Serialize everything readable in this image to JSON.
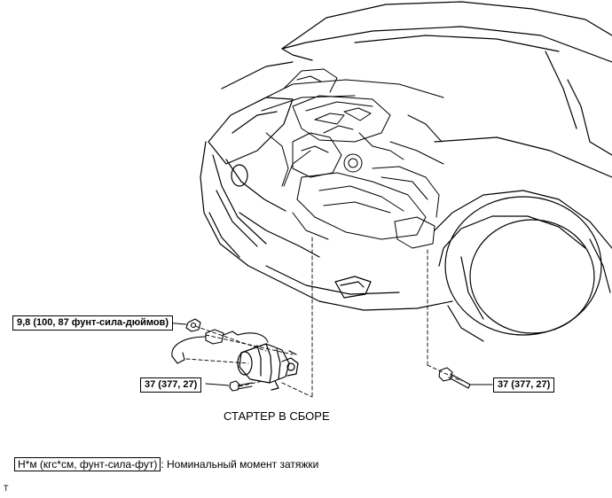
{
  "callouts": {
    "bolt_torque_upper": "9,8 (100, 87 фунт-сила-дюймов)",
    "bolt_torque_left": "37 (377, 27)",
    "bolt_torque_right": "37 (377, 27)"
  },
  "part_label": "СТАРТЕР В СБОРЕ",
  "legend": {
    "units": "Н*м (кгс*см, фунт-сила-фут)",
    "description": ": Номинальный момент затяжки"
  },
  "figure_code": "T"
}
